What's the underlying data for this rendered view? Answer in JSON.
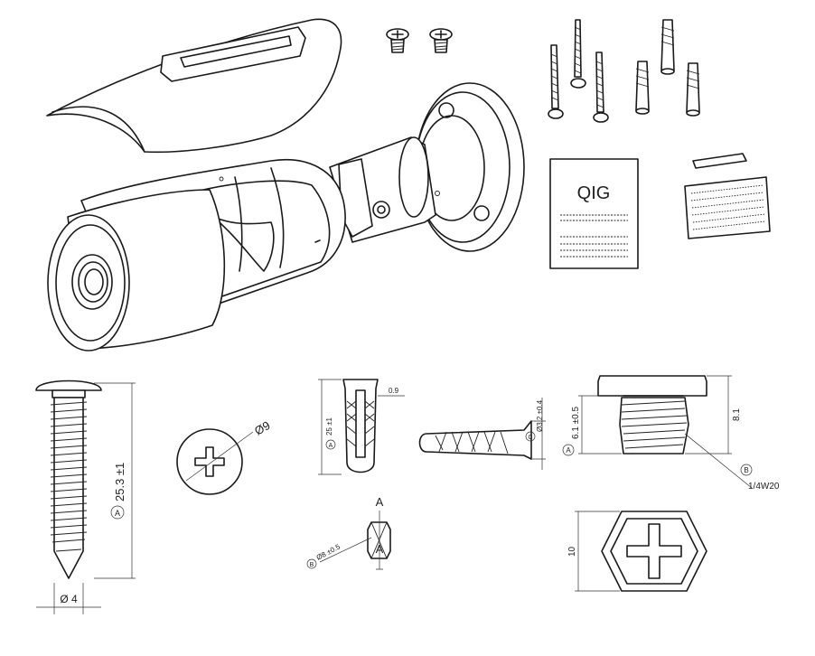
{
  "qig": {
    "title": "QIG"
  },
  "drawings": {
    "screw": {
      "length": "25.3 ±1",
      "diameter": "Ø 4",
      "marker": "A"
    },
    "screw_head": {
      "diameter": "Ø9"
    },
    "anchor": {
      "length": "25 ±1",
      "wall": "0.9",
      "marker_side": "A",
      "dia": "Ø3.2 ±0.4",
      "marker_c": "C"
    },
    "anchor_section": {
      "label_top": "A",
      "label_bottom": "A",
      "dia": "Ø8 ±0.5",
      "marker": "B"
    },
    "mount_screw": {
      "height": "6.1 ±0.5",
      "overall": "8.1",
      "marker_a": "A",
      "marker_b": "B",
      "thread": "1/4W20"
    },
    "hex_head": {
      "width": "10"
    }
  }
}
